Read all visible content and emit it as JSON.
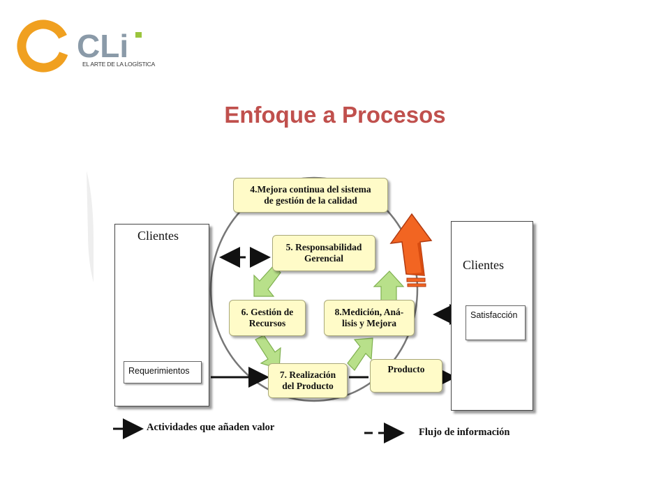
{
  "logo": {
    "text": "CLi",
    "tagline": "EL ARTE DE LA LOGÍSTICA",
    "colors": {
      "ring": "#f0a020",
      "letters": "#8a9aa8",
      "accent": "#9bc53d"
    }
  },
  "title": "Enfoque a Procesos",
  "colors": {
    "title": "#c0504d",
    "box_fill": "#fffbc8",
    "green_arrow": "#b8e08a",
    "orange_arrow": "#f26522"
  },
  "diagram": {
    "clients_left": {
      "label": "Clientes",
      "inner_label": "Requerimientos"
    },
    "clients_right": {
      "label": "Clientes",
      "inner_label": "Satisfacción"
    },
    "boxes": {
      "mejora": "4.Mejora continua del sistema\nde gestión de la calidad",
      "responsabilidad": "5. Responsabilidad\nGerencial",
      "recursos": "6. Gestión de\nRecursos",
      "medicion": "8.Medición, Aná-\nlisis y Mejora",
      "realizacion": "7. Realización\ndel Producto",
      "producto": "Producto"
    },
    "legend": {
      "value_activities": "Actividades que añaden valor",
      "information_flow": "Flujo de información"
    }
  }
}
